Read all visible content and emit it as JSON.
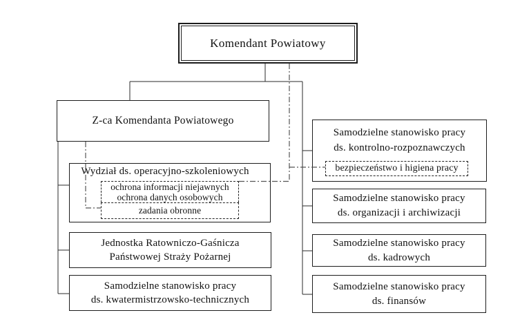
{
  "org_chart": {
    "root": {
      "label": "Komendant Powiatowy"
    },
    "deputy": {
      "label": "Z-ca Komendanta Powiatowego"
    },
    "operations_department": {
      "title": "Wydział ds. operacyjno-szkoleniowych",
      "dashed_tasks_top": {
        "line1": "ochrona informacji niejawnych",
        "line2": "ochrona danych osobowych"
      },
      "dashed_tasks_bottom": {
        "line1": "zadania obronne"
      }
    },
    "rescue_unit": {
      "line1": "Jednostka Ratowniczo-Gaśnicza",
      "line2": "Państwowej Straży Pożarnej"
    },
    "quartermaster_unit": {
      "line1": "Samodzielne stanowisko pracy",
      "line2": "ds. kwatermistrzowsko-technicznych"
    },
    "control_unit": {
      "line1": "Samodzielne stanowisko pracy",
      "line2": "ds. kontrolno-rozpoznawczych",
      "dashed_label": "bezpieczeństwo i higiena pracy"
    },
    "organization_unit": {
      "line1": "Samodzielne stanowisko pracy",
      "line2": "ds. organizacji i archiwizacji"
    },
    "hr_unit": {
      "line1": "Samodzielne stanowisko pracy",
      "line2": "ds. kadrowych"
    },
    "finance_unit": {
      "line1": "Samodzielne stanowisko pracy",
      "line2": "ds. finansów"
    },
    "colors": {
      "background": "#ffffff",
      "solid_line": "#2a2a2a",
      "dash_dot_line": "#555555",
      "box_border": "#1c1c1c"
    }
  }
}
